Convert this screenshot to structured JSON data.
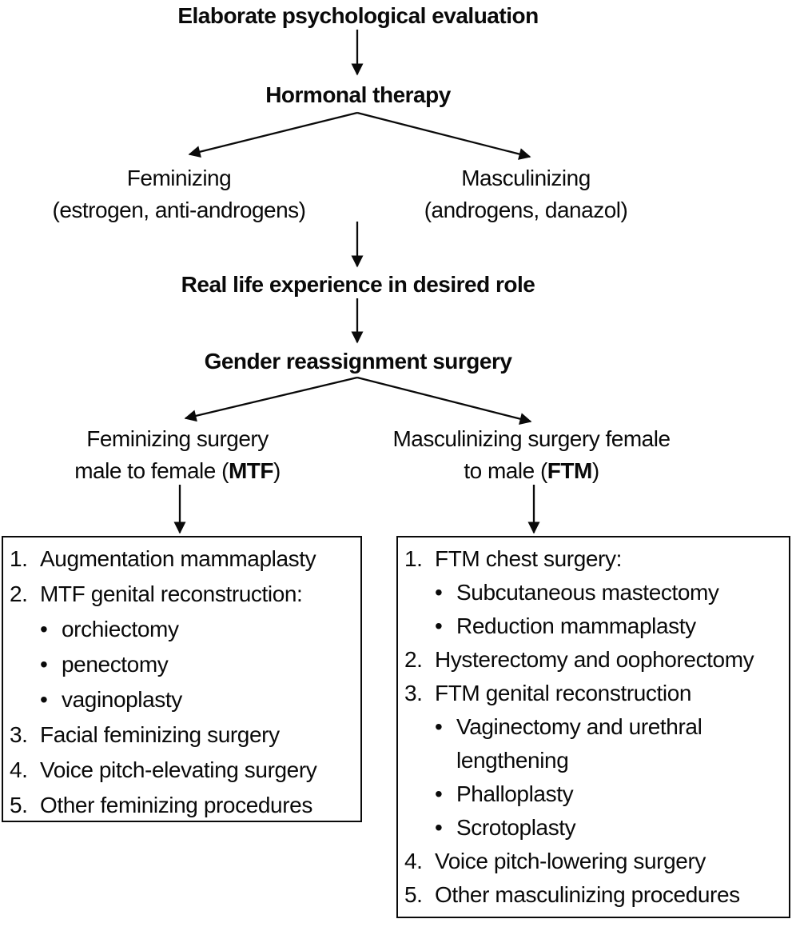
{
  "flow": {
    "title": "Elaborate psychological evaluation",
    "hormonal": "Hormonal therapy",
    "feminizing_line1": "Feminizing",
    "feminizing_line2": "(estrogen, anti-androgens)",
    "masculinizing_line1": "Masculinizing",
    "masculinizing_line2": "(androgens, danazol)",
    "real_life": "Real life experience in desired role",
    "surgery": "Gender reassignment surgery",
    "mtf_label": {
      "line1": "Feminizing surgery",
      "line2_pre": "male to female (",
      "acronym": "MTF",
      "line2_post": ")"
    },
    "ftm_label": {
      "line1": "Masculinizing surgery female",
      "line2_pre": "to male (",
      "acronym": "FTM",
      "line2_post": ")"
    }
  },
  "boxes": {
    "mtf": {
      "items": [
        {
          "marker": "1.",
          "text": "Augmentation mammaplasty",
          "indent": 0
        },
        {
          "marker": "2.",
          "text": "MTF genital reconstruction:",
          "indent": 0
        },
        {
          "marker": "•",
          "text": "orchiectomy",
          "indent": 1
        },
        {
          "marker": "•",
          "text": "penectomy",
          "indent": 1
        },
        {
          "marker": "•",
          "text": "vaginoplasty",
          "indent": 1
        },
        {
          "marker": "3.",
          "text": "Facial feminizing surgery",
          "indent": 0
        },
        {
          "marker": "4.",
          "text": "Voice pitch-elevating surgery",
          "indent": 0
        },
        {
          "marker": "5.",
          "text": "Other feminizing procedures",
          "indent": 0
        }
      ]
    },
    "ftm": {
      "items": [
        {
          "marker": "1.",
          "text": "FTM chest surgery:",
          "indent": 0
        },
        {
          "marker": "•",
          "text": "Subcutaneous mastectomy",
          "indent": 1
        },
        {
          "marker": "•",
          "text": "Reduction mammaplasty",
          "indent": 1
        },
        {
          "marker": "2.",
          "text": "Hysterectomy and oophorectomy",
          "indent": 0
        },
        {
          "marker": "3.",
          "text": "FTM genital reconstruction",
          "indent": 0
        },
        {
          "marker": "•",
          "text": "Vaginectomy and urethral lengthening",
          "indent": 1
        },
        {
          "marker": "•",
          "text": "Phalloplasty",
          "indent": 1
        },
        {
          "marker": "•",
          "text": "Scrotoplasty",
          "indent": 1
        },
        {
          "marker": "4.",
          "text": "Voice pitch-lowering surgery",
          "indent": 0
        },
        {
          "marker": "5.",
          "text": "Other masculinizing procedures",
          "indent": 0
        }
      ]
    }
  },
  "colors": {
    "ink": "#0a0a0a",
    "background": "#ffffff"
  }
}
